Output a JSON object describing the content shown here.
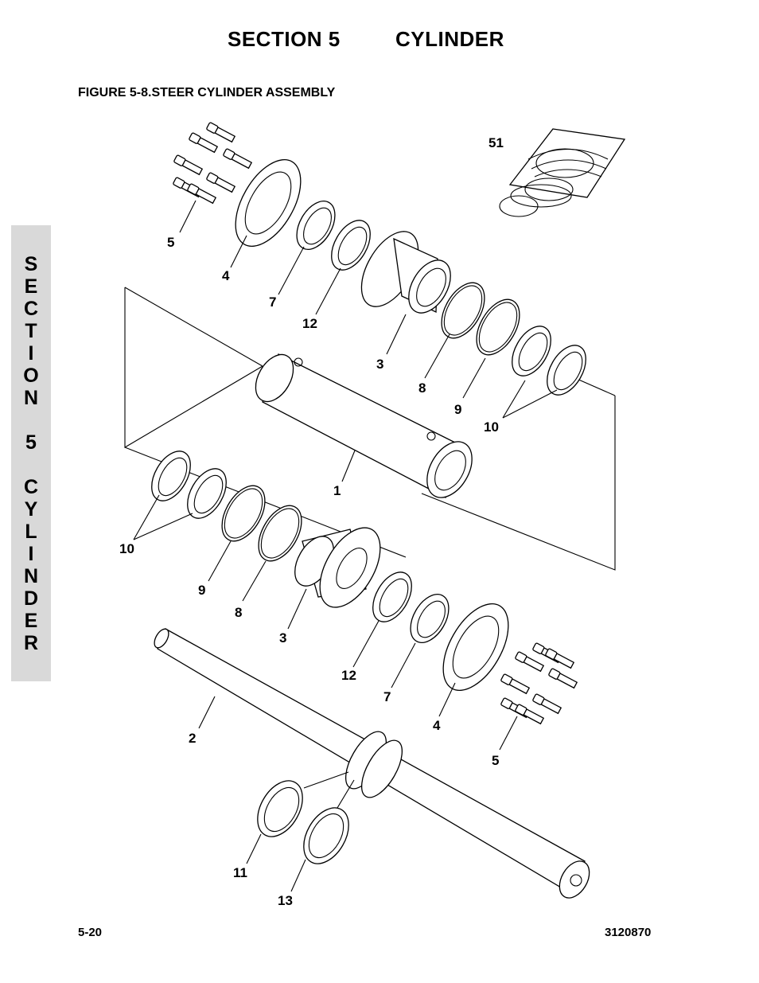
{
  "header": {
    "section": "SECTION 5",
    "title": "CYLINDER"
  },
  "figure": {
    "title": "FIGURE 5-8.STEER CYLINDER ASSEMBLY"
  },
  "side_tab": {
    "letters": [
      "S",
      "E",
      "C",
      "T",
      "I",
      "O",
      "N",
      "",
      "5",
      "",
      "C",
      "Y",
      "L",
      "I",
      "N",
      "D",
      "E",
      "R"
    ]
  },
  "callouts": {
    "c51": "51",
    "c5a": "5",
    "c4a": "4",
    "c7a": "7",
    "c12a": "12",
    "c3a": "3",
    "c8a": "8",
    "c9a": "9",
    "c10a": "10",
    "c1": "1",
    "c10b": "10",
    "c9b": "9",
    "c8b": "8",
    "c3b": "3",
    "c12b": "12",
    "c7b": "7",
    "c4b": "4",
    "c5b": "5",
    "c2": "2",
    "c11": "11",
    "c13": "13"
  },
  "footer": {
    "page": "5-20",
    "doc_number": "3120870"
  }
}
